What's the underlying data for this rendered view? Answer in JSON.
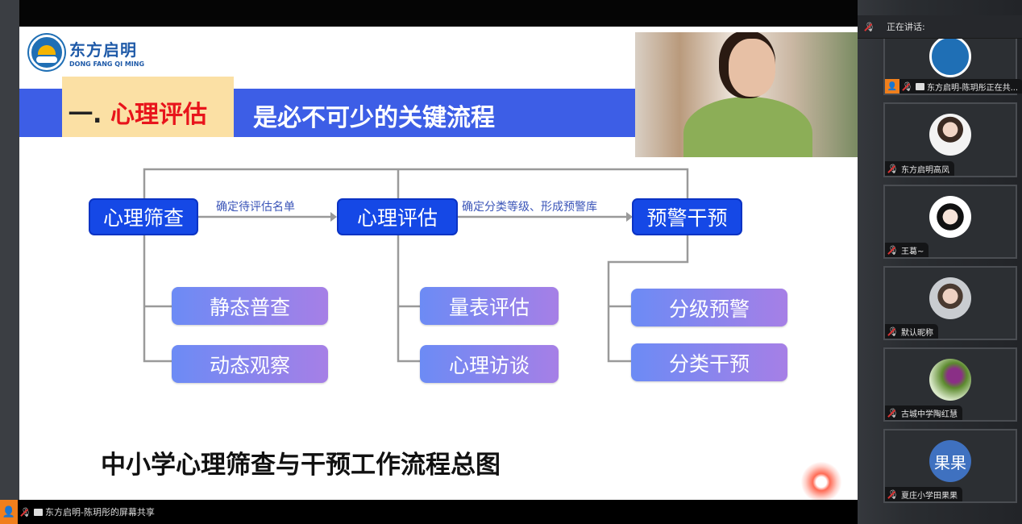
{
  "meeting": {
    "share_label": "东方启明-陈玥彤的屏幕共享",
    "speaking_label": "正在讲话:"
  },
  "participants": [
    {
      "name": "东方启明-陈玥彤正在共...",
      "avatar": "logo"
    },
    {
      "name": "东方启明高凤",
      "avatar": "photo"
    },
    {
      "name": "王葛~",
      "avatar": "cartoon"
    },
    {
      "name": "默认昵称",
      "avatar": "photo"
    },
    {
      "name": "古城中学陶红慧",
      "avatar": "flowers"
    },
    {
      "name": "夏庄小学田果果",
      "avatar": "text",
      "avatar_text": "果果"
    }
  ],
  "slide": {
    "brand_cn": "东方启明",
    "brand_en": "DONG FANG QI MING",
    "section_num": "一.",
    "section_title": "心理评估",
    "section_rest": "是必不可少的关键流程",
    "flow": {
      "steps": [
        "心理筛查",
        "心理评估",
        "预警干预"
      ],
      "arrows": [
        "确定待评估名单",
        "确定分类等级、形成预警库"
      ],
      "sub": [
        [
          "静态普查",
          "动态观察"
        ],
        [
          "量表评估",
          "心理访谈"
        ],
        [
          "分级预警",
          "分类干预"
        ]
      ]
    },
    "bottom_title": "中小学心理筛查与干预工作流程总图"
  },
  "colors": {
    "band": "#3d5ee6",
    "main_box": "#1548e6",
    "accent_red": "#e8141b",
    "share_orange": "#f07f1c"
  }
}
